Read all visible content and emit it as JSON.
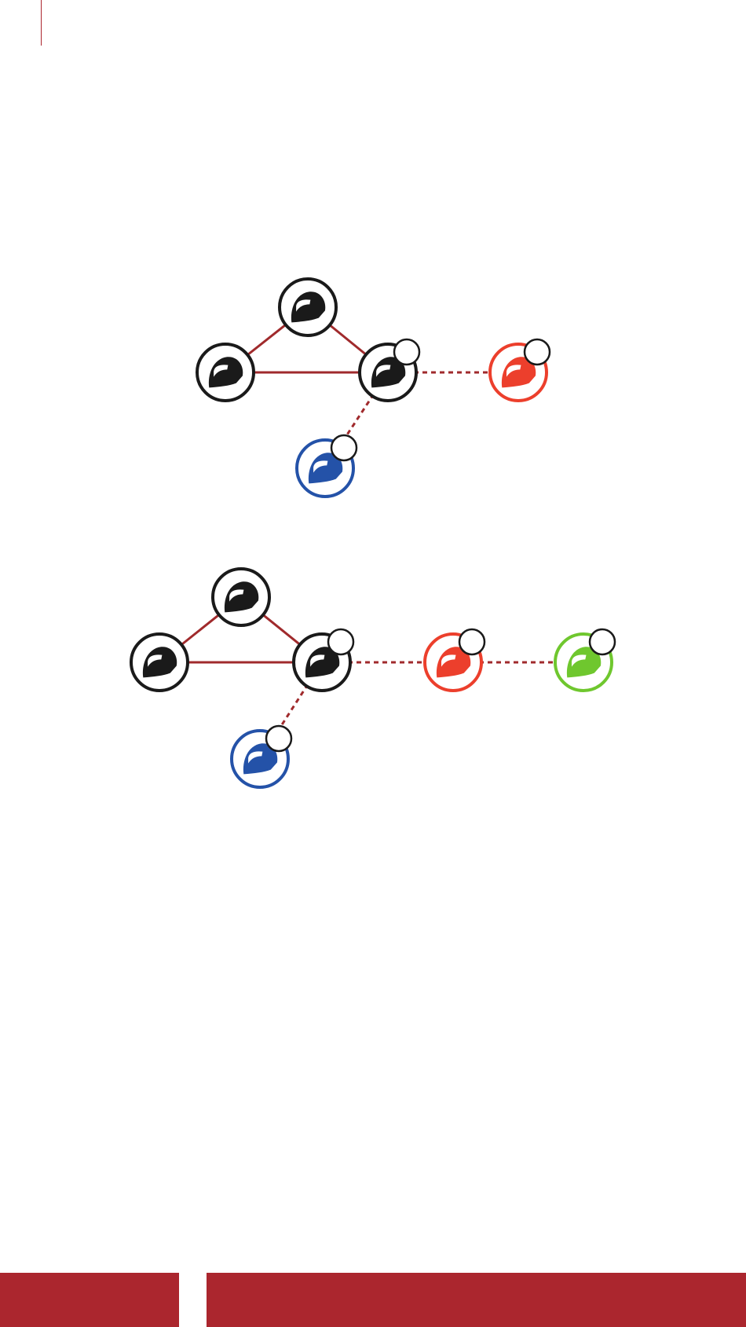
{
  "colors": {
    "page_background": "#ffffff",
    "accent": "#ab262e",
    "link_line": "#a02a2c",
    "node_black": "#1a1a1a",
    "node_red": "#ec3f2c",
    "node_blue": "#2452a8",
    "node_green": "#6fc72e",
    "badge_fill": "#ffffff"
  },
  "icons": {
    "node": "helmet-icon",
    "badge": "status-badge-circle"
  },
  "diagrams": [
    {
      "name": "intercom-network-a",
      "nodes": [
        {
          "id": "top",
          "color": "black",
          "badge": false
        },
        {
          "id": "left",
          "color": "black",
          "badge": false
        },
        {
          "id": "hub",
          "color": "black",
          "badge": true
        },
        {
          "id": "red",
          "color": "red",
          "badge": true
        },
        {
          "id": "blue",
          "color": "blue",
          "badge": true
        }
      ],
      "links": [
        {
          "from": "top",
          "to": "left",
          "style": "solid"
        },
        {
          "from": "top",
          "to": "hub",
          "style": "solid"
        },
        {
          "from": "left",
          "to": "hub",
          "style": "solid"
        },
        {
          "from": "hub",
          "to": "red",
          "style": "dashed"
        },
        {
          "from": "hub",
          "to": "blue",
          "style": "dashed"
        }
      ]
    },
    {
      "name": "intercom-network-b",
      "nodes": [
        {
          "id": "top",
          "color": "black",
          "badge": false
        },
        {
          "id": "left",
          "color": "black",
          "badge": false
        },
        {
          "id": "hub",
          "color": "black",
          "badge": true
        },
        {
          "id": "red",
          "color": "red",
          "badge": true
        },
        {
          "id": "green",
          "color": "green",
          "badge": true
        },
        {
          "id": "blue",
          "color": "blue",
          "badge": true
        }
      ],
      "links": [
        {
          "from": "top",
          "to": "left",
          "style": "solid"
        },
        {
          "from": "top",
          "to": "hub",
          "style": "solid"
        },
        {
          "from": "left",
          "to": "hub",
          "style": "solid"
        },
        {
          "from": "hub",
          "to": "red",
          "style": "dashed"
        },
        {
          "from": "red",
          "to": "green",
          "style": "dashed"
        },
        {
          "from": "hub",
          "to": "blue",
          "style": "dashed"
        }
      ]
    }
  ]
}
